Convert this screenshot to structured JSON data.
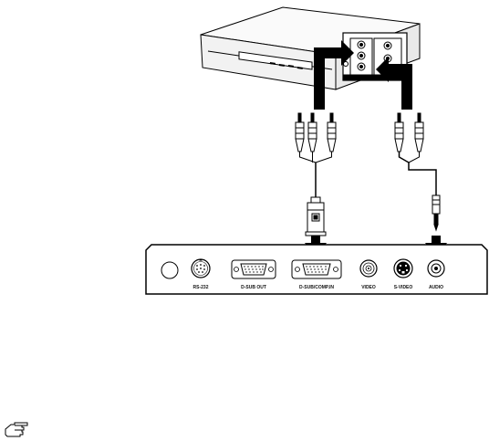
{
  "device_panel": {
    "ports": {
      "rs232": "RS-232",
      "dsub_out": "D-SUB OUT",
      "dsub_comp_in": "D-SUB/COMP.IN",
      "video": "VIDEO",
      "svideo": "S-VIDEO",
      "audio": "AUDIO"
    }
  },
  "note": {
    "icon": "pointing-hand-icon"
  },
  "colors": {
    "line": "#000000",
    "panel": "#ffffff",
    "player_body": "#f4f4f4"
  }
}
